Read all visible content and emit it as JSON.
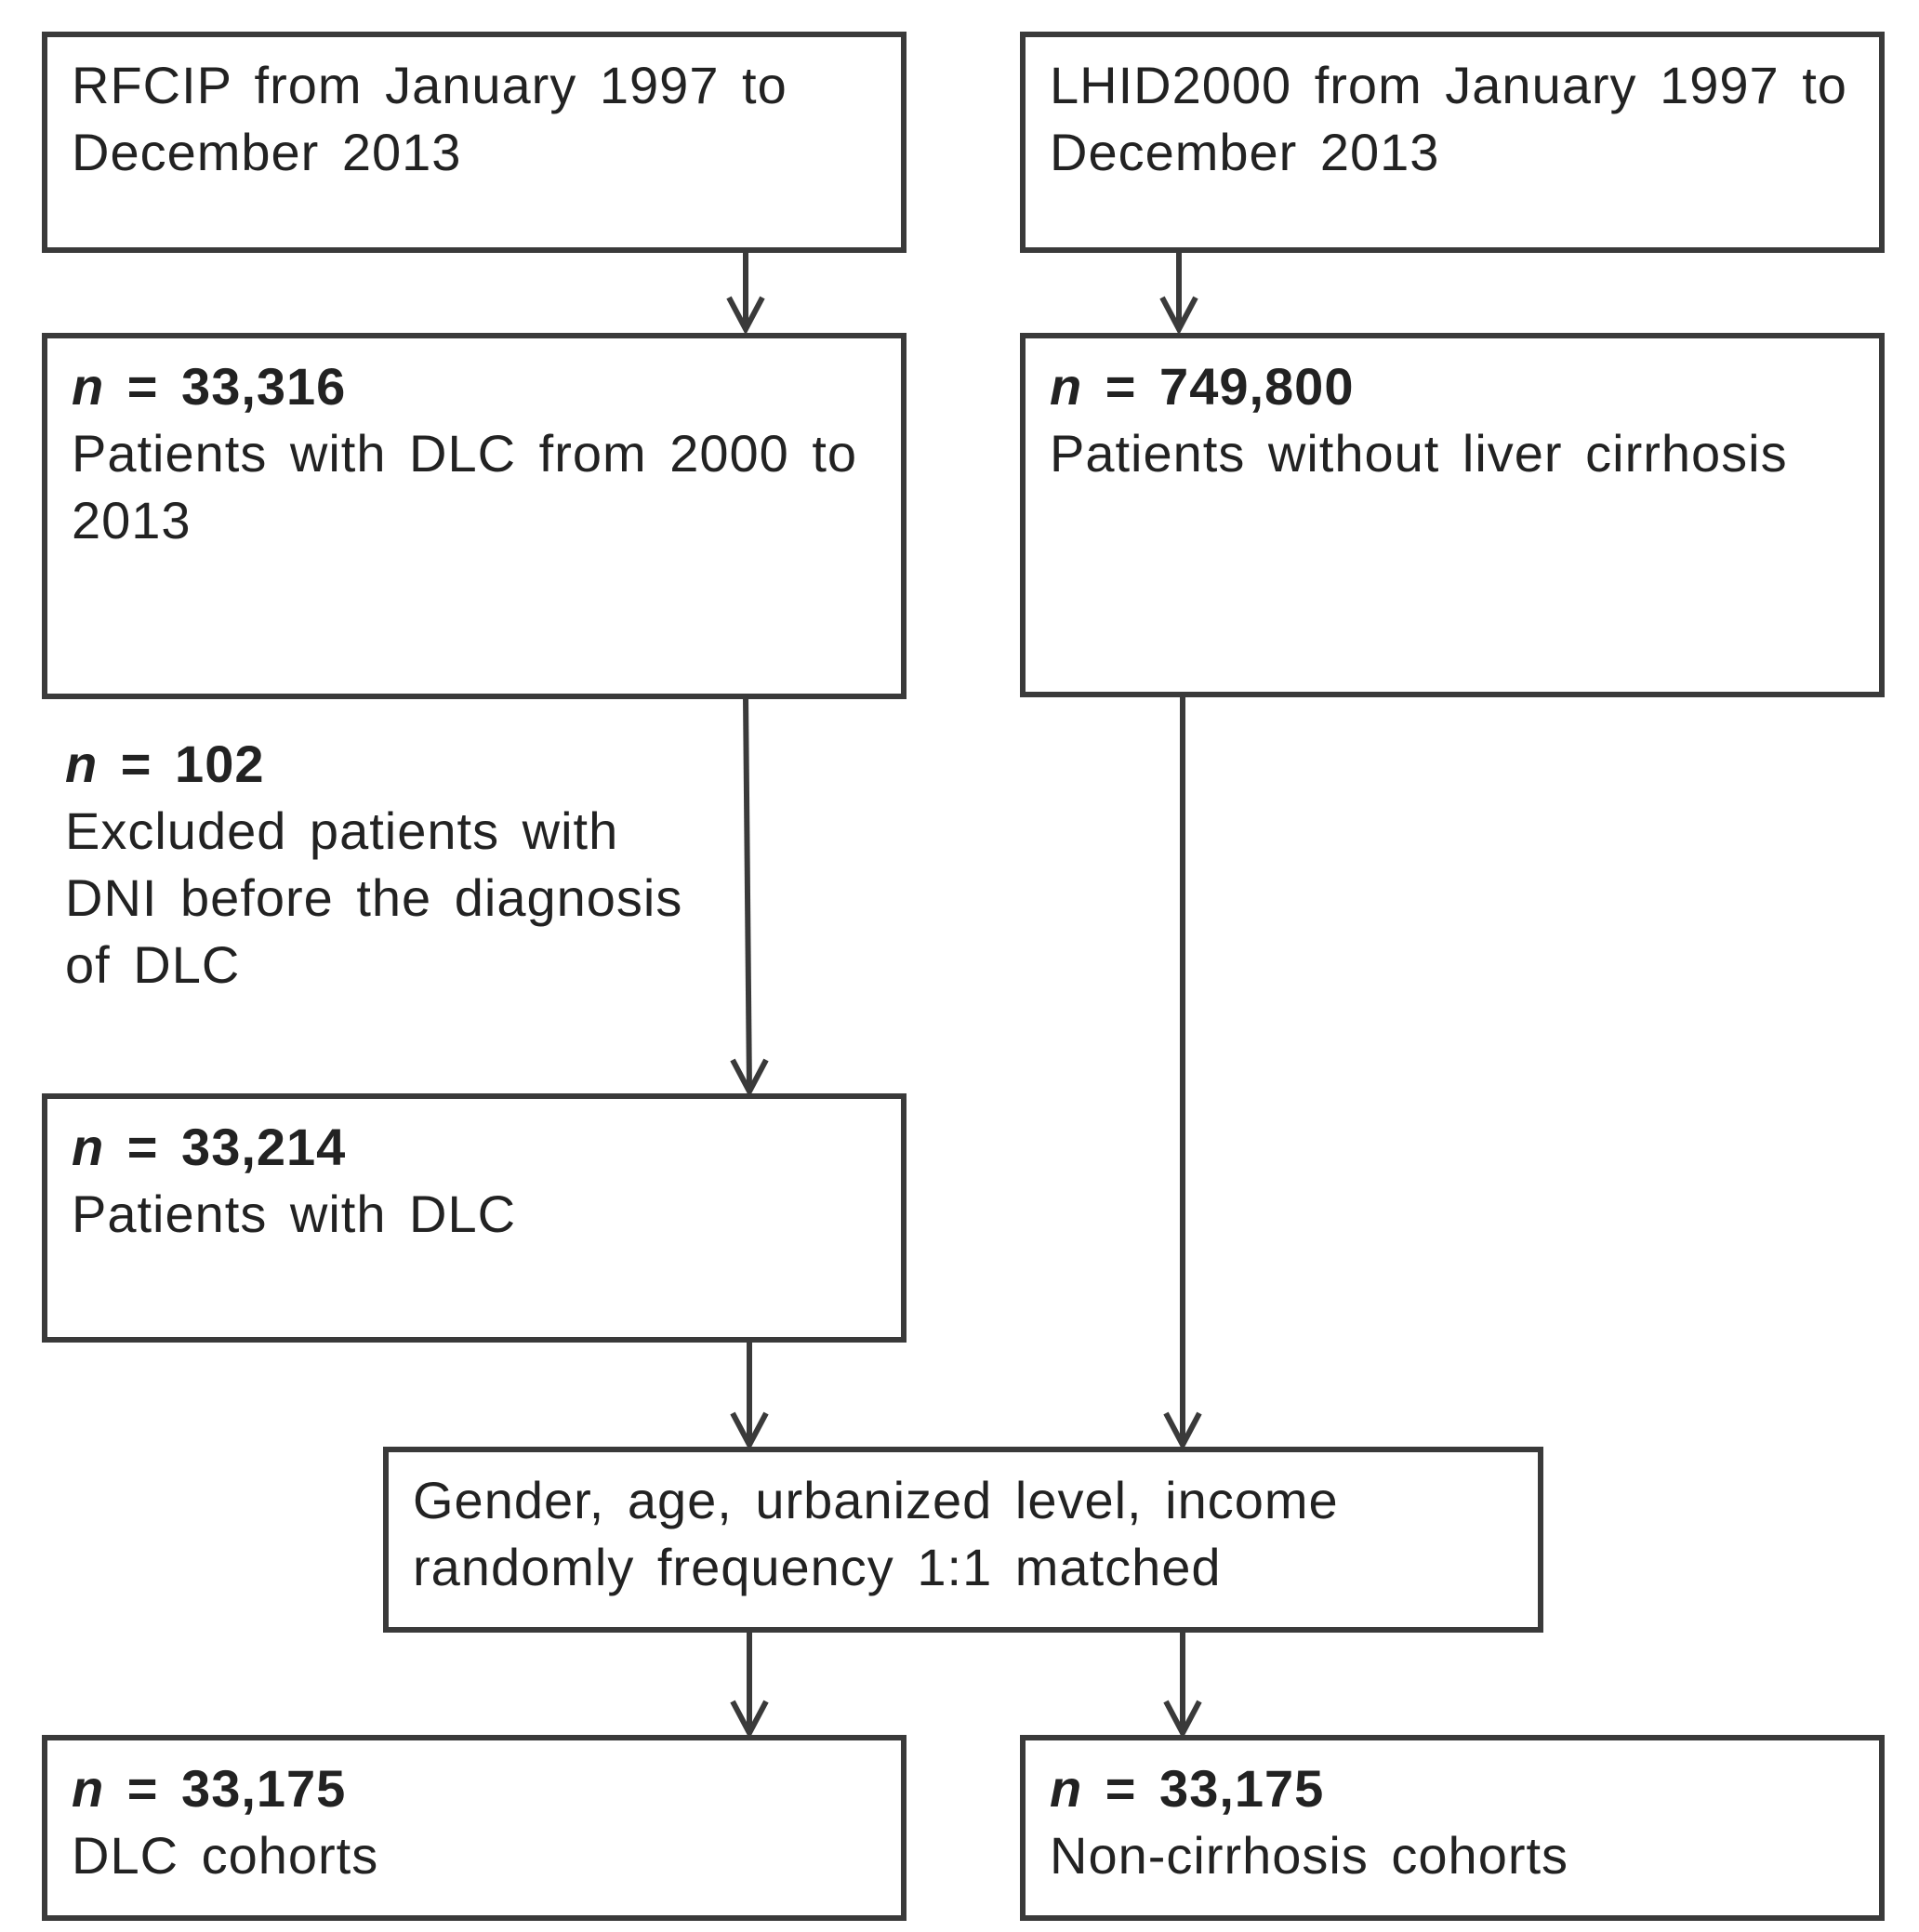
{
  "flowchart": {
    "box_source_rfcip": {
      "text": "RFCIP from January 1997 to December 2013"
    },
    "box_source_lhid": {
      "text": "LHID2000 from January 1997 to December 2013"
    },
    "box_dlc_initial": {
      "n_label": "n",
      "count": "= 33,316",
      "text": "Patients with DLC from 2000 to 2013"
    },
    "box_no_cirrhosis": {
      "n_label": "n",
      "count": "= 749,800",
      "text": "Patients without liver cirrhosis"
    },
    "exclusion_note": {
      "n_label": "n",
      "count": "= 102",
      "text": "Excluded patients with DNI before the diagnosis of DLC"
    },
    "box_dlc_after_exclusion": {
      "n_label": "n",
      "count": "= 33,214",
      "text": "Patients with DLC"
    },
    "box_matching": {
      "text": "Gender, age, urbanized level, income randomly frequency 1:1 matched"
    },
    "box_dlc_cohort": {
      "n_label": "n",
      "count": "= 33,175",
      "text": "DLC cohorts"
    },
    "box_non_cirrhosis_cohort": {
      "n_label": "n",
      "count": "= 33,175",
      "text": "Non-cirrhosis cohorts"
    }
  },
  "colors": {
    "line": "#3a3a3a",
    "text": "#222222",
    "background": "#ffffff"
  }
}
